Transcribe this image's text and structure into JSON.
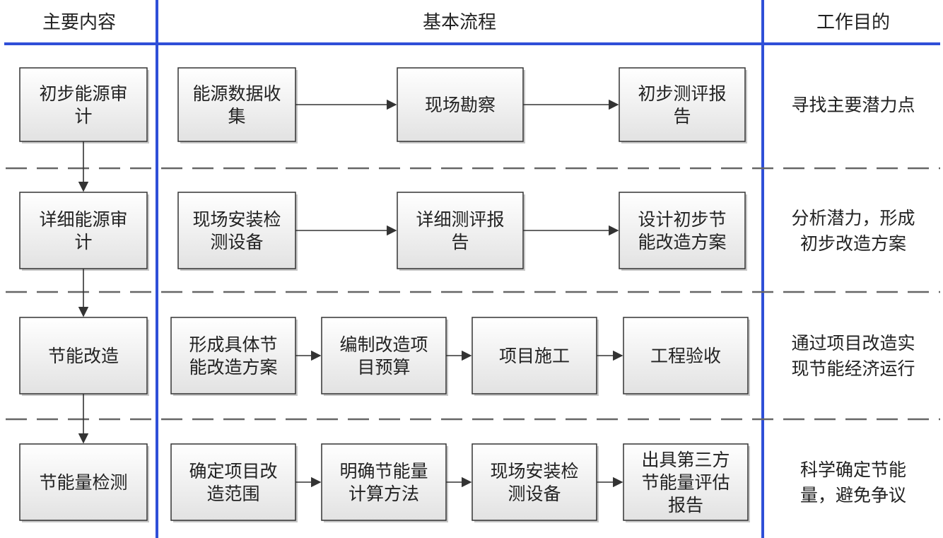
{
  "headers": {
    "main_content": "主要内容",
    "basic_process": "基本流程",
    "work_goal": "工作目的"
  },
  "rows": [
    {
      "stage": [
        "初步能源审",
        "计"
      ],
      "steps": [
        [
          "能源数据收",
          "集"
        ],
        [
          "现场勘察"
        ],
        [
          "初步测评报",
          "告"
        ]
      ],
      "goal": [
        "寻找主要潜力点"
      ]
    },
    {
      "stage": [
        "详细能源审",
        "计"
      ],
      "steps": [
        [
          "现场安装检",
          "测设备"
        ],
        [
          "详细测评报",
          "告"
        ],
        [
          "设计初步节",
          "能改造方案"
        ]
      ],
      "goal": [
        "分析潜力，形成",
        "初步改造方案"
      ]
    },
    {
      "stage": [
        "节能改造"
      ],
      "steps": [
        [
          "形成具体节",
          "能改造方案"
        ],
        [
          "编制改造项",
          "目预算"
        ],
        [
          "项目施工"
        ],
        [
          "工程验收"
        ]
      ],
      "goal": [
        "通过项目改造实",
        "现节能经济运行"
      ]
    },
    {
      "stage": [
        "节能量检测"
      ],
      "steps": [
        [
          "确定项目改",
          "造范围"
        ],
        [
          "明确节能量",
          "计算方法"
        ],
        [
          "现场安装检",
          "测设备"
        ],
        [
          "出具第三方",
          "节能量评估",
          "报告"
        ]
      ],
      "goal": [
        "科学确定节能",
        "量，避免争议"
      ]
    }
  ],
  "colors": {
    "blue_rule": "#2f4fd8",
    "box_border": "#333333",
    "box_fill_top": "#ffffff",
    "box_fill_bottom": "#e4e4e4",
    "dash": "#666666",
    "arrow": "#333333"
  }
}
